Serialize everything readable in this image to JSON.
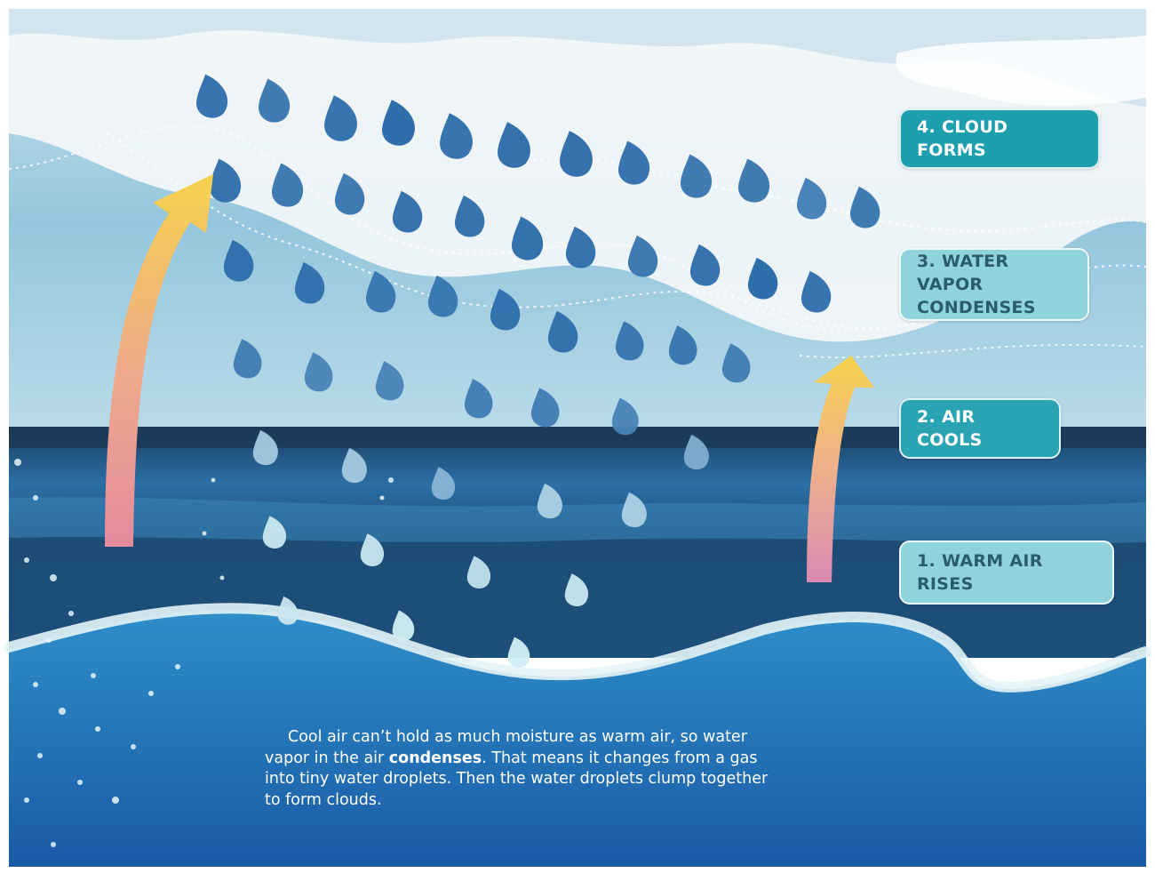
{
  "colors": {
    "sky": "#a9d2e6",
    "cloud": "#f4f7f8",
    "sea_dark": "#1c3f5e",
    "sea_mid": "#2a6aa0",
    "sea_light": "#2f8cc8",
    "foam": "#dff2f6",
    "drop_dark": "#1b5fa3",
    "drop_light": "#c9ecf3",
    "arrow_top": "#f5cc4a",
    "arrow_bottom": "#e48b9e",
    "label_dark": "#1e9fae",
    "label_light": "#8fd3dc"
  },
  "steps": [
    {
      "text": "4. CLOUD FORMS"
    },
    {
      "text": "3. WATER VAPOR\nCONDENSES"
    },
    {
      "text": "2. AIR COOLS"
    },
    {
      "text": "1. WARM AIR RISES"
    }
  ],
  "caption": {
    "before": "Cool air can’t hold as much moisture as warm air, so water vapor in the air ",
    "bold": "condenses",
    "after": ". That means it changes from a gas into tiny water droplets. Then the water droplets clump together to form clouds."
  },
  "icons": [
    "water-droplet-icon",
    "up-arrow-icon"
  ]
}
